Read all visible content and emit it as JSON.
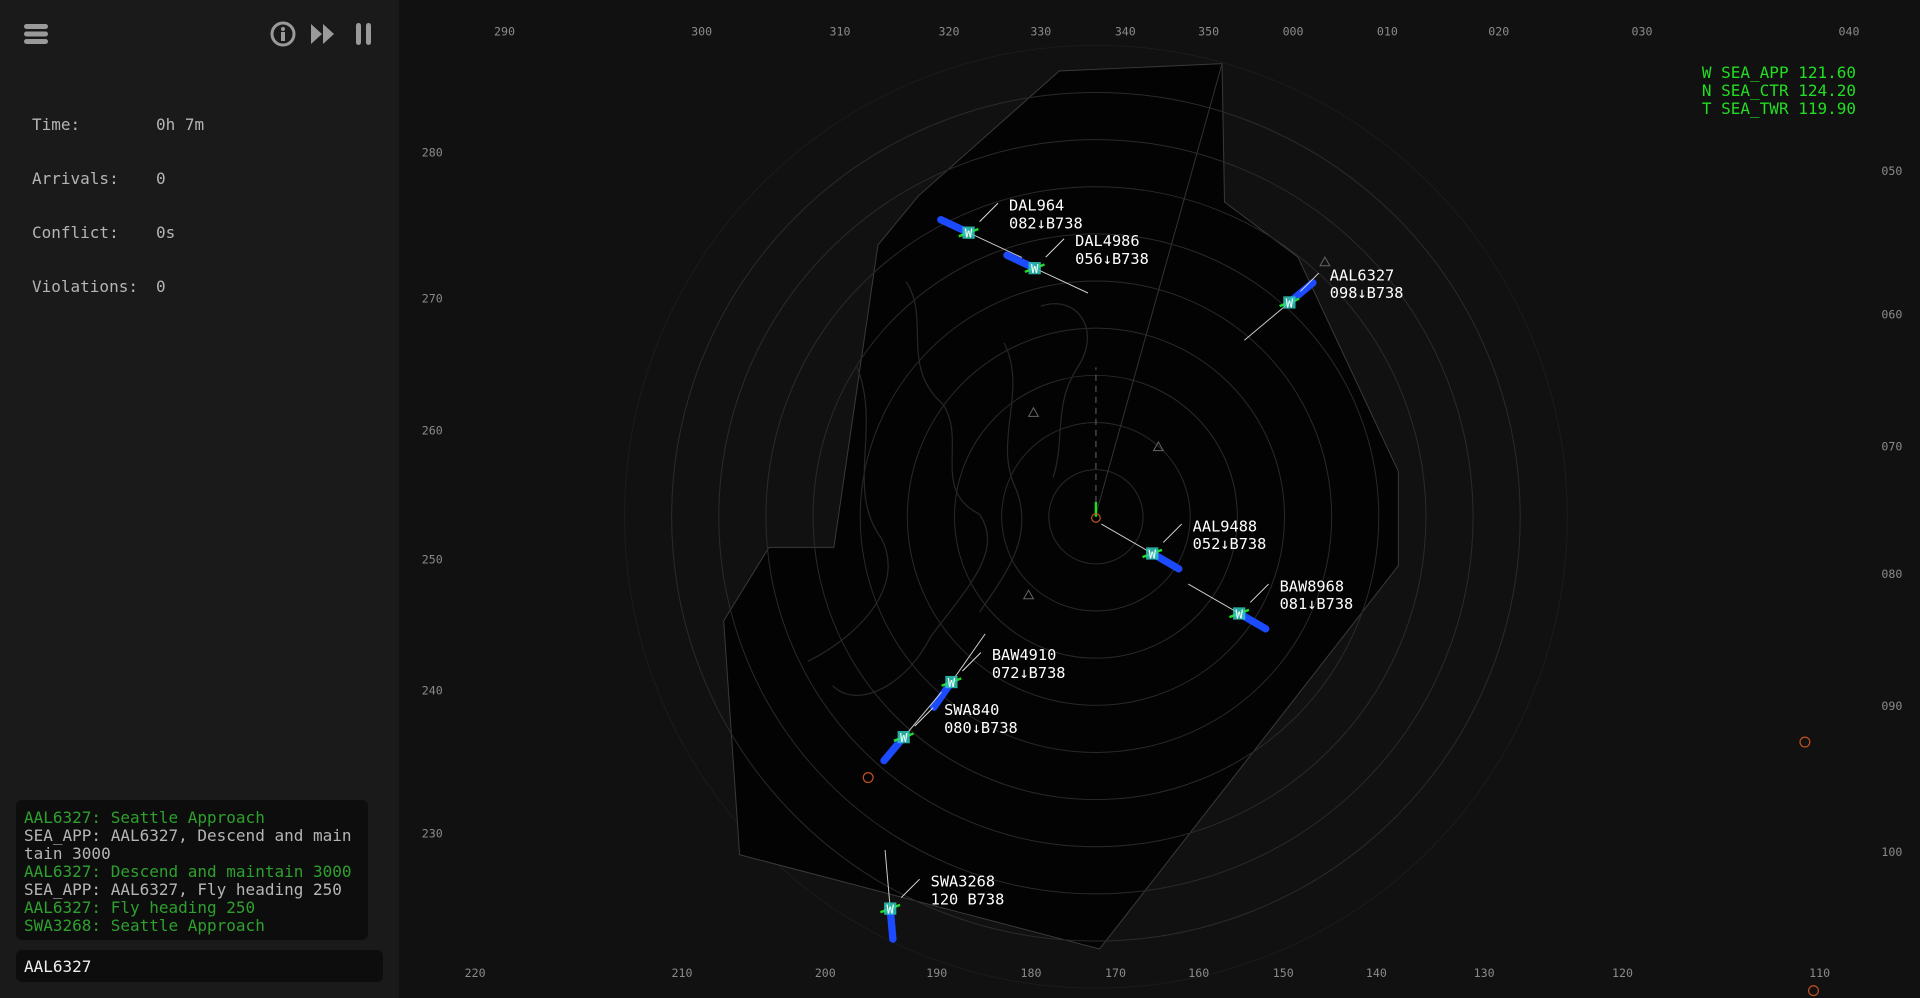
{
  "toolbar": {
    "menu": "menu",
    "info": "info",
    "fast_forward": "fast-forward",
    "pause": "pause"
  },
  "stats": [
    {
      "label": "Time:",
      "value": "0h 7m"
    },
    {
      "label": "Arrivals:",
      "value": "0"
    },
    {
      "label": "Conflict:",
      "value": "0s"
    },
    {
      "label": "Violations:",
      "value": "0"
    }
  ],
  "log": [
    {
      "text": "AAL6327: Seattle Approach",
      "color": "green"
    },
    {
      "text": "SEA_APP: AAL6327, Descend and maintain 3000",
      "color": "white"
    },
    {
      "text": "AAL6327: Descend and maintain 3000",
      "color": "green"
    },
    {
      "text": "SEA_APP: AAL6327, Fly heading 250",
      "color": "white"
    },
    {
      "text": "AAL6327: Fly heading 250",
      "color": "green"
    },
    {
      "text": "SWA3268: Seattle Approach",
      "color": "green"
    }
  ],
  "command_input": {
    "value": "AAL6327"
  },
  "frequencies": [
    "W SEA_APP 121.60",
    "N SEA_CTR 124.20",
    "T SEA_TWR 119.90"
  ],
  "bearings": {
    "top": [
      "290",
      "300",
      "310",
      "320",
      "330",
      "340",
      "350",
      "000",
      "010",
      "020",
      "030",
      "040"
    ],
    "bottom": [
      "220",
      "210",
      "200",
      "190",
      "180",
      "170",
      "160",
      "150",
      "140",
      "130",
      "120",
      "110"
    ],
    "left": [
      "280",
      "270",
      "260",
      "250",
      "240",
      "230"
    ],
    "right": [
      "050",
      "060",
      "070",
      "080",
      "090",
      "100"
    ]
  },
  "aircraft": [
    {
      "callsign": "DAL964",
      "info": "082↓B738"
    },
    {
      "callsign": "DAL4986",
      "info": "056↓B738"
    },
    {
      "callsign": "AAL6327",
      "info": "098↓B738"
    },
    {
      "callsign": "AAL9488",
      "info": "052↓B738"
    },
    {
      "callsign": "BAW8968",
      "info": "081↓B738"
    },
    {
      "callsign": "BAW4910",
      "info": "072↓B738"
    },
    {
      "callsign": "SWA840",
      "info": "080↓B738"
    },
    {
      "callsign": "SWA3268",
      "info": "120 B738"
    }
  ],
  "colors": {
    "frequency": "#22dd22",
    "log_green": "#2ea02e",
    "trail": "#1c4bff",
    "aircraft": "#33e0c0"
  }
}
